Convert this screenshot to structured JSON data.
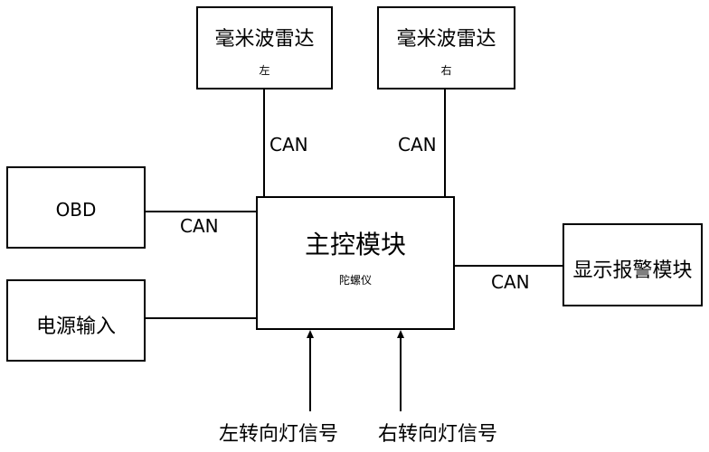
{
  "radar_left": {
    "title": "毫米波雷达",
    "sub": "左"
  },
  "radar_right": {
    "title": "毫米波雷达",
    "sub": "右"
  },
  "main_module": {
    "title": "主控模块",
    "sub": "陀螺仪"
  },
  "obd": {
    "label": "OBD"
  },
  "power_input": {
    "label": "电源输入"
  },
  "display_alarm": {
    "label": "显示报警模块"
  },
  "connections": {
    "radar_left_can": "CAN",
    "radar_right_can": "CAN",
    "obd_can": "CAN",
    "display_can": "CAN"
  },
  "signals": {
    "left_turn": "左转向灯信号",
    "right_turn": "右转向灯信号"
  }
}
